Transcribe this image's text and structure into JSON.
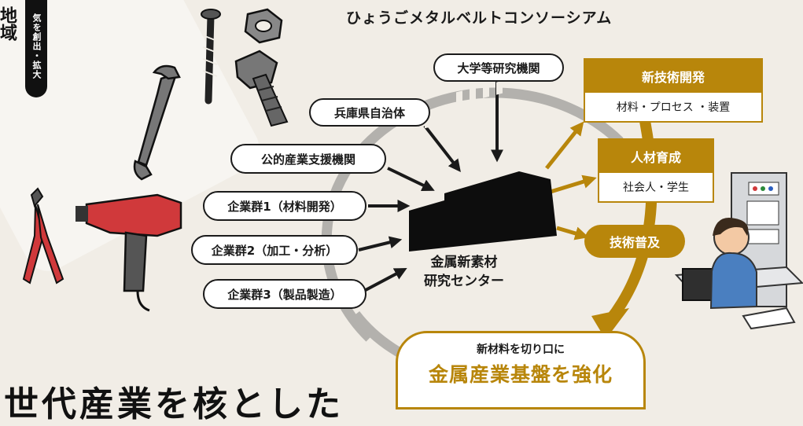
{
  "header": {
    "title": "ひょうごメタルベルトコンソーシアム",
    "side_title": "地域",
    "side_badge": "気を創出・拡大"
  },
  "participants": [
    {
      "label": "大学等研究機関"
    },
    {
      "label": "兵庫県自治体"
    },
    {
      "label": "公的産業支援機関"
    },
    {
      "label": "企業群1（材料開発）"
    },
    {
      "label": "企業群2（加工・分析）"
    },
    {
      "label": "企業群3（製品製造）"
    }
  ],
  "center": {
    "line1": "金属新素材",
    "line2": "研究センター"
  },
  "outcomes": [
    {
      "title": "新技術開発",
      "detail": "材料・プロセス ・装置"
    },
    {
      "title": "人材育成",
      "detail": "社会人・学生"
    },
    {
      "title": "技術普及"
    }
  ],
  "result": {
    "subtitle": "新材料を切り口に",
    "headline": "金属産業基盤を強化"
  },
  "bottom_heading": "世代産業を核とした",
  "colors": {
    "accent": "#b8860b",
    "ring": "#b3b1ad",
    "ink": "#1a1a1a",
    "background": "#f1ede6"
  },
  "icons": [
    "screw-icon",
    "nut-icon",
    "bolt-icon",
    "wrench-icon",
    "pliers-icon",
    "heat-gun-icon",
    "research-building-icon",
    "worker-at-terminal-icon",
    "control-panel-icon"
  ]
}
